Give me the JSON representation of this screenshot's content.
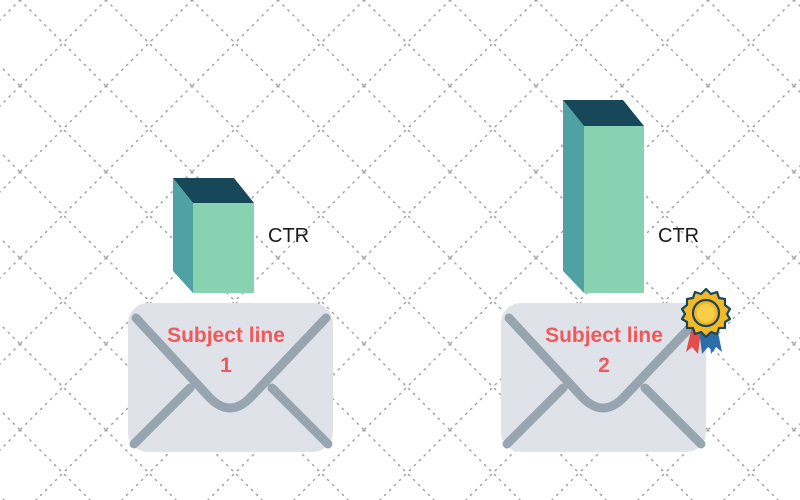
{
  "colors": {
    "bar_front": "#88d1b1",
    "bar_side": "#4fa1a4",
    "bar_top": "#17485a",
    "envelope_body": "#dfe2e8",
    "envelope_fold": "#97a5b0",
    "subject_text": "#f0595b",
    "grid_dots": "#9e9e9e",
    "ribbon_blue": "#2e6ea8",
    "ribbon_red": "#e64b4b",
    "medal_gold": "#f2b826"
  },
  "items": [
    {
      "ctr_label": "CTR",
      "subject_line1": "Subject line",
      "subject_line2": "1",
      "relative_ctr": 0.6,
      "winner": false
    },
    {
      "ctr_label": "CTR",
      "subject_line1": "Subject line",
      "subject_line2": "2",
      "relative_ctr": 1.0,
      "winner": true,
      "badge_icon": "award-ribbon-icon"
    }
  ]
}
